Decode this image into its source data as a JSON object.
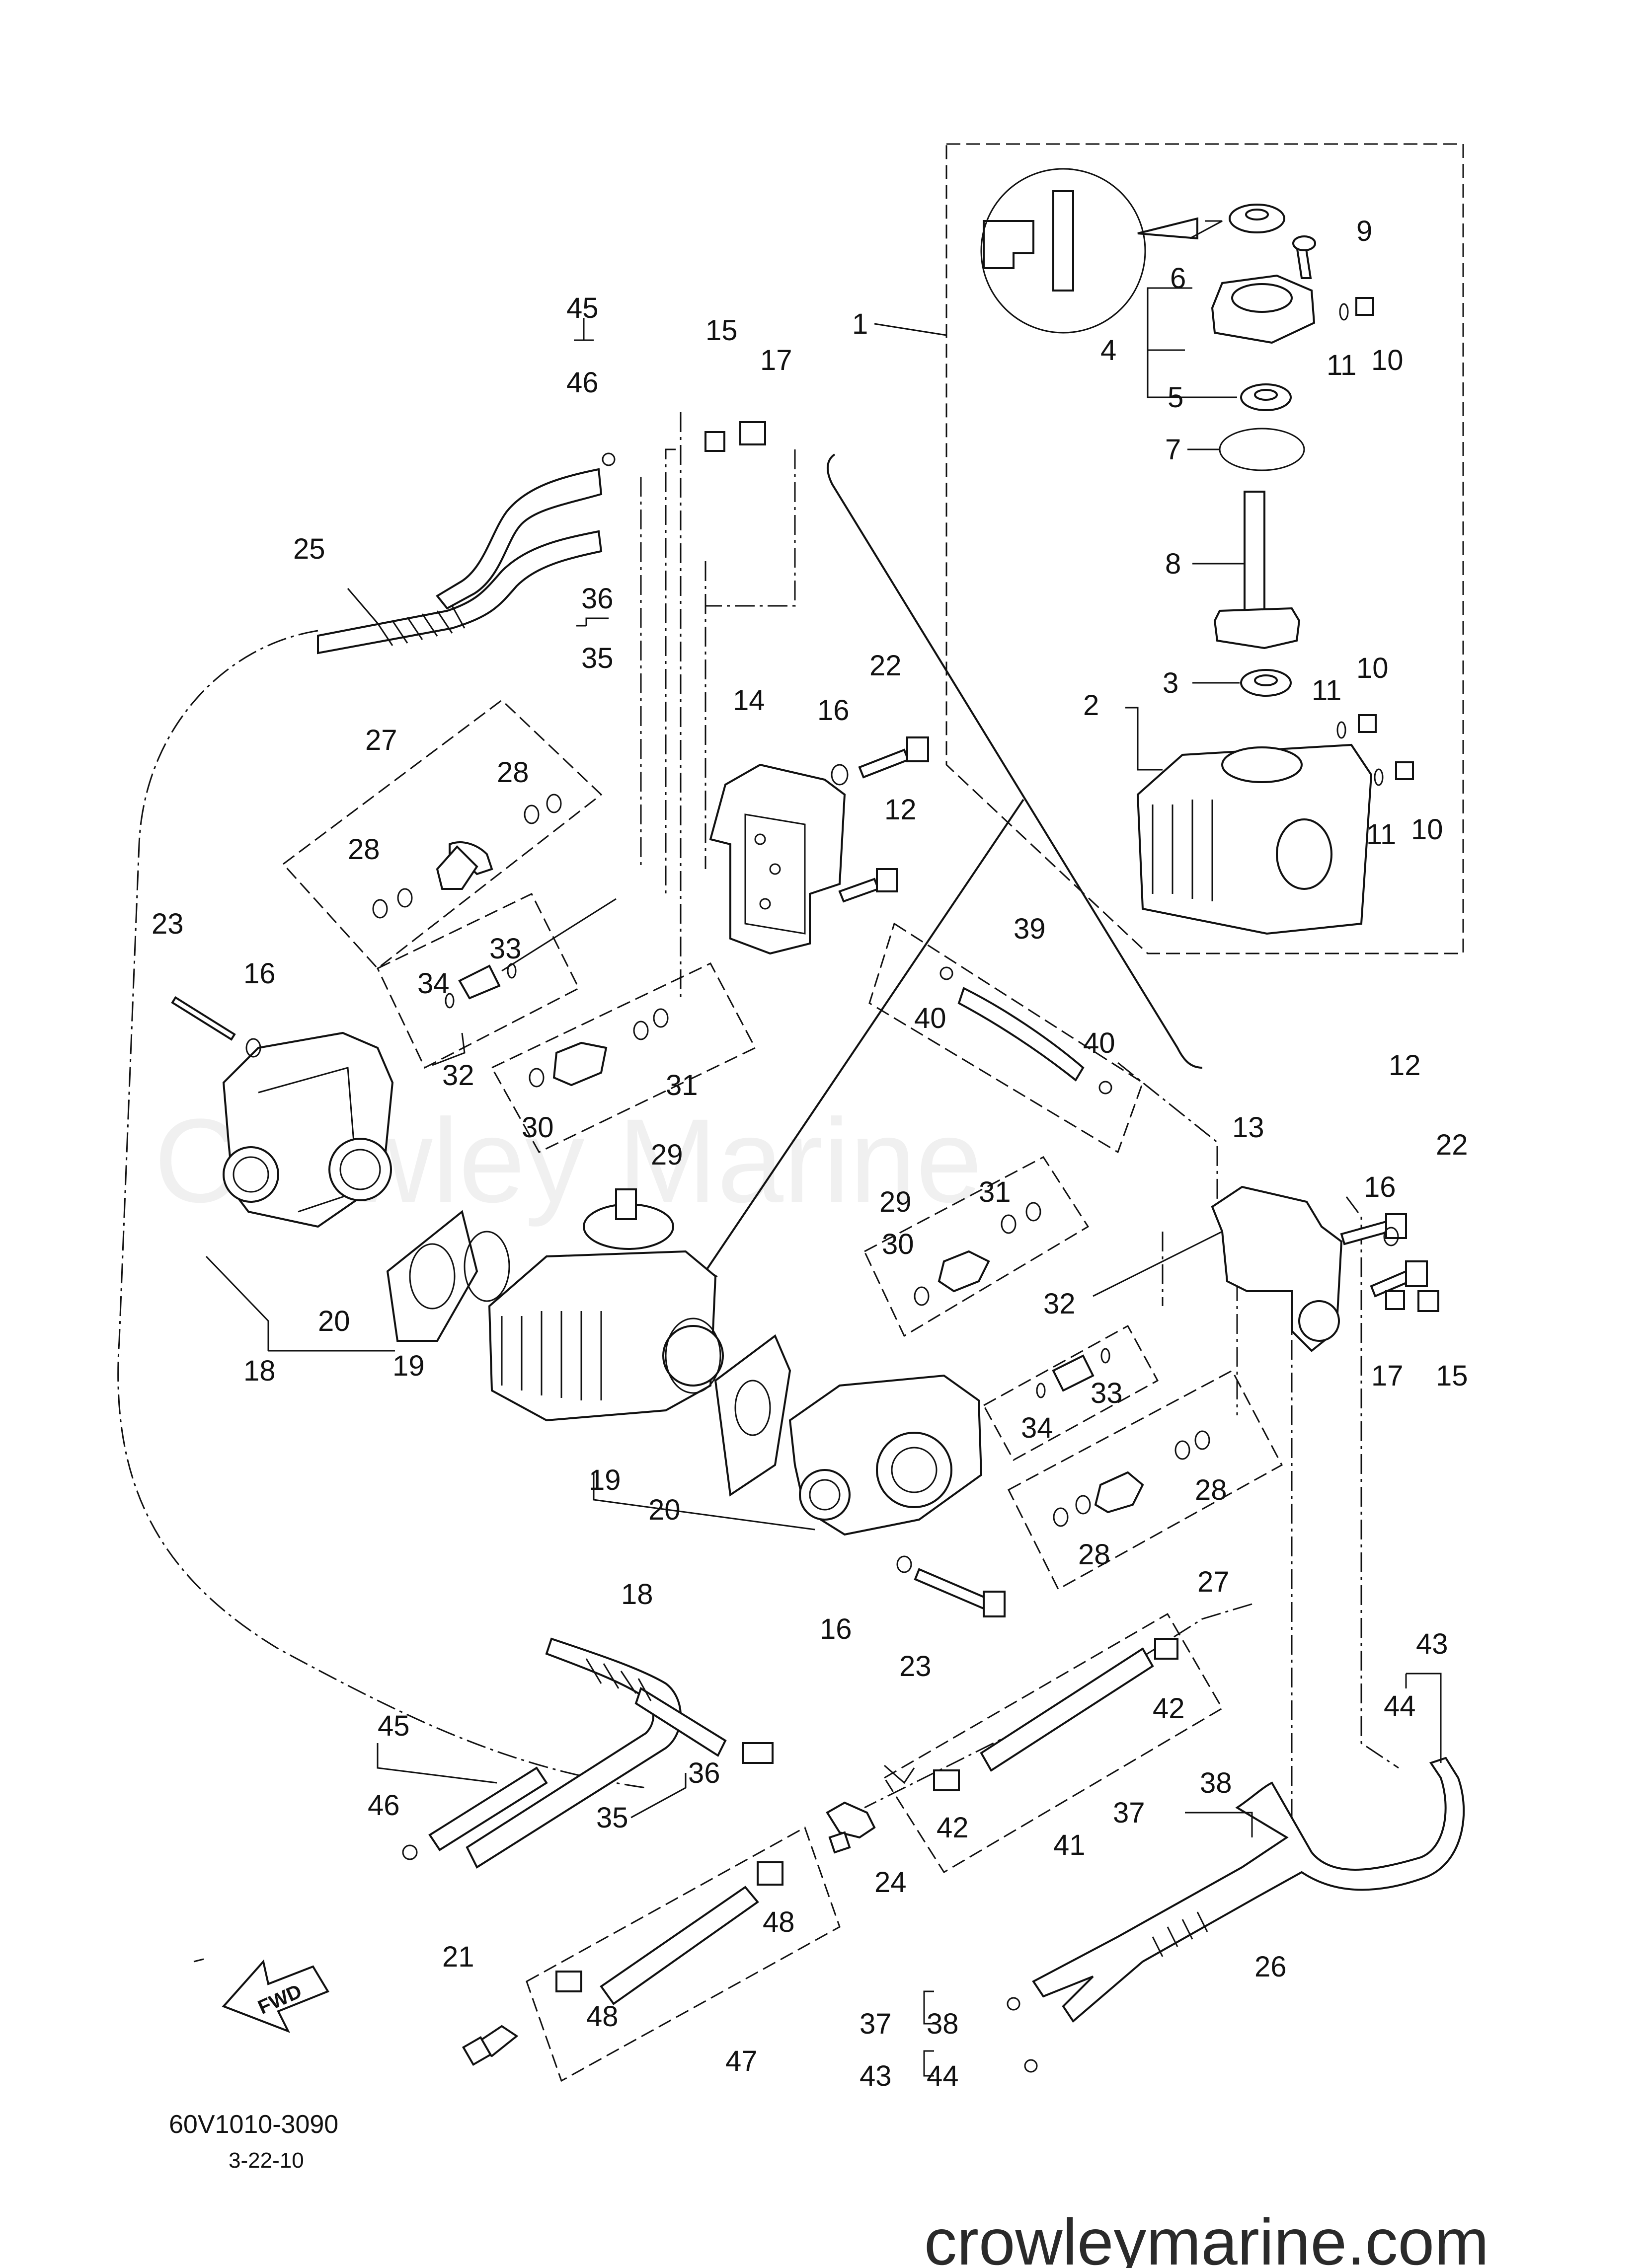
{
  "diagram": {
    "part_code": "60V1010-3090",
    "date": "3-22-10",
    "website": "crowleymarine.com",
    "watermark": "Crowley Marine",
    "fwd_label": "FWD"
  },
  "callouts": [
    {
      "id": "c1",
      "text": "1"
    },
    {
      "id": "c2",
      "text": "2"
    },
    {
      "id": "c3",
      "text": "3"
    },
    {
      "id": "c4",
      "text": "4"
    },
    {
      "id": "c5",
      "text": "5"
    },
    {
      "id": "c6",
      "text": "6"
    },
    {
      "id": "c7",
      "text": "7"
    },
    {
      "id": "c8",
      "text": "8"
    },
    {
      "id": "c9",
      "text": "9"
    },
    {
      "id": "c10a",
      "text": "10"
    },
    {
      "id": "c10b",
      "text": "10"
    },
    {
      "id": "c10c",
      "text": "10"
    },
    {
      "id": "c11a",
      "text": "11"
    },
    {
      "id": "c11b",
      "text": "11"
    },
    {
      "id": "c11c",
      "text": "11"
    },
    {
      "id": "c12a",
      "text": "12"
    },
    {
      "id": "c12b",
      "text": "12"
    },
    {
      "id": "c13",
      "text": "13"
    },
    {
      "id": "c14",
      "text": "14"
    },
    {
      "id": "c15a",
      "text": "15"
    },
    {
      "id": "c15b",
      "text": "15"
    },
    {
      "id": "c16a",
      "text": "16"
    },
    {
      "id": "c16b",
      "text": "16"
    },
    {
      "id": "c16c",
      "text": "16"
    },
    {
      "id": "c16d",
      "text": "16"
    },
    {
      "id": "c17a",
      "text": "17"
    },
    {
      "id": "c17b",
      "text": "17"
    },
    {
      "id": "c18a",
      "text": "18"
    },
    {
      "id": "c18b",
      "text": "18"
    },
    {
      "id": "c19a",
      "text": "19"
    },
    {
      "id": "c19b",
      "text": "19"
    },
    {
      "id": "c20a",
      "text": "20"
    },
    {
      "id": "c20b",
      "text": "20"
    },
    {
      "id": "c21",
      "text": "21"
    },
    {
      "id": "c22a",
      "text": "22"
    },
    {
      "id": "c22b",
      "text": "22"
    },
    {
      "id": "c23a",
      "text": "23"
    },
    {
      "id": "c23b",
      "text": "23"
    },
    {
      "id": "c24",
      "text": "24"
    },
    {
      "id": "c25",
      "text": "25"
    },
    {
      "id": "c26",
      "text": "26"
    },
    {
      "id": "c27a",
      "text": "27"
    },
    {
      "id": "c27b",
      "text": "27"
    },
    {
      "id": "c28a",
      "text": "28"
    },
    {
      "id": "c28b",
      "text": "28"
    },
    {
      "id": "c28c",
      "text": "28"
    },
    {
      "id": "c28d",
      "text": "28"
    },
    {
      "id": "c29a",
      "text": "29"
    },
    {
      "id": "c29b",
      "text": "29"
    },
    {
      "id": "c30a",
      "text": "30"
    },
    {
      "id": "c30b",
      "text": "30"
    },
    {
      "id": "c31a",
      "text": "31"
    },
    {
      "id": "c31b",
      "text": "31"
    },
    {
      "id": "c32a",
      "text": "32"
    },
    {
      "id": "c32b",
      "text": "32"
    },
    {
      "id": "c33a",
      "text": "33"
    },
    {
      "id": "c33b",
      "text": "33"
    },
    {
      "id": "c34a",
      "text": "34"
    },
    {
      "id": "c34b",
      "text": "34"
    },
    {
      "id": "c35a",
      "text": "35"
    },
    {
      "id": "c35b",
      "text": "35"
    },
    {
      "id": "c36a",
      "text": "36"
    },
    {
      "id": "c36b",
      "text": "36"
    },
    {
      "id": "c37a",
      "text": "37"
    },
    {
      "id": "c37b",
      "text": "37"
    },
    {
      "id": "c38a",
      "text": "38"
    },
    {
      "id": "c38b",
      "text": "38"
    },
    {
      "id": "c39",
      "text": "39"
    },
    {
      "id": "c40a",
      "text": "40"
    },
    {
      "id": "c40b",
      "text": "40"
    },
    {
      "id": "c41",
      "text": "41"
    },
    {
      "id": "c42a",
      "text": "42"
    },
    {
      "id": "c42b",
      "text": "42"
    },
    {
      "id": "c43a",
      "text": "43"
    },
    {
      "id": "c43b",
      "text": "43"
    },
    {
      "id": "c44a",
      "text": "44"
    },
    {
      "id": "c44b",
      "text": "44"
    },
    {
      "id": "c45a",
      "text": "45"
    },
    {
      "id": "c45b",
      "text": "45"
    },
    {
      "id": "c46a",
      "text": "46"
    },
    {
      "id": "c46b",
      "text": "46"
    },
    {
      "id": "c47",
      "text": "47"
    },
    {
      "id": "c48a",
      "text": "48"
    },
    {
      "id": "c48b",
      "text": "48"
    }
  ]
}
